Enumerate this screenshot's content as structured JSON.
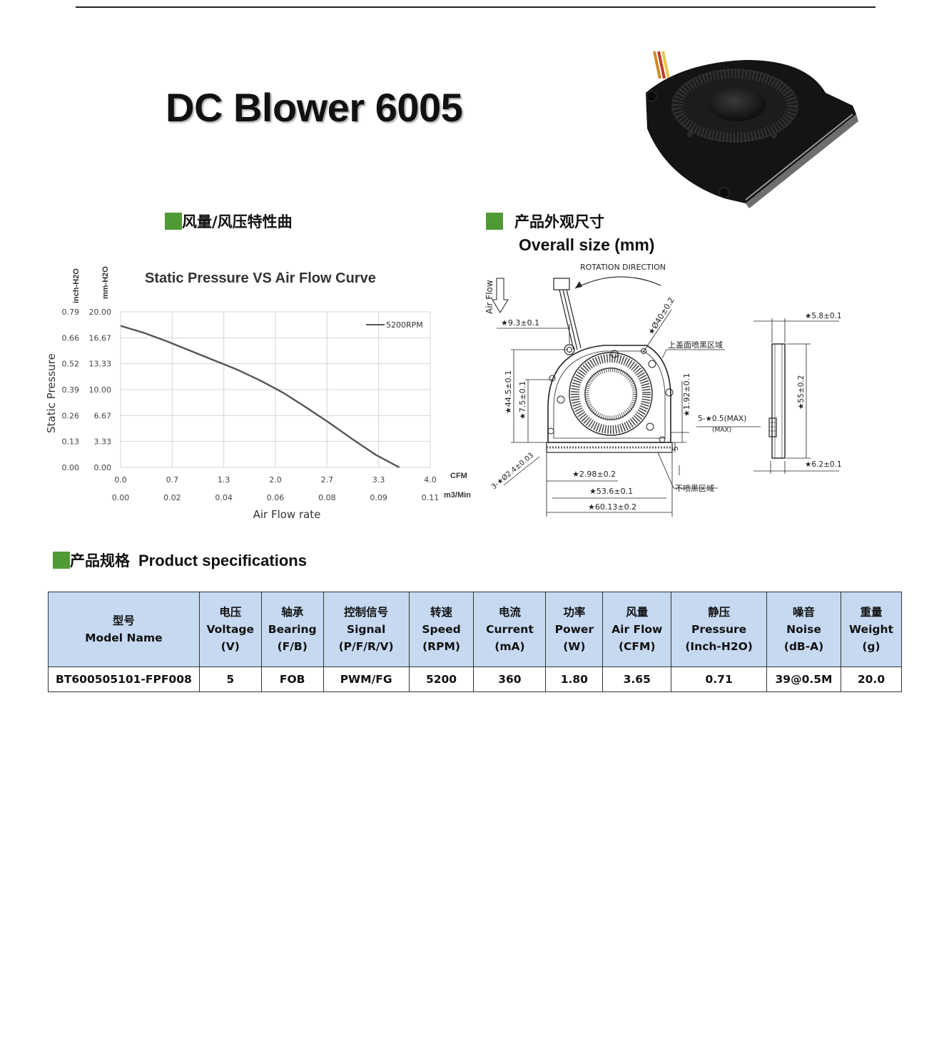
{
  "title": "DC Blower 6005",
  "sections": {
    "curve": "风量/风压特性曲",
    "size_cn": "产品外观尺寸",
    "size_en": "Overall size (mm)",
    "spec_cn": "产品规格",
    "spec_en": "Product specifications"
  },
  "colors": {
    "accent": "#4f9a35",
    "table_header": "#c6d9f1"
  },
  "chart_data": {
    "type": "line",
    "title": "Static Pressure VS Air Flow Curve",
    "xlabel": "Air Flow rate",
    "ylabel": "Static Pressure",
    "y_unit_left": "inch-H2O",
    "y_unit_right": "mm-H2O",
    "x_unit_top": "CFM",
    "x_unit_bottom": "m3/Min",
    "x_ticks_cfm": [
      "0.0",
      "0.7",
      "1.3",
      "2.0",
      "2.7",
      "3.3",
      "4.0"
    ],
    "x_ticks_m3": [
      "0.00",
      "0.02",
      "0.04",
      "0.06",
      "0.08",
      "0.09",
      "0.11"
    ],
    "y_ticks_inch": [
      "0.00",
      "0.13",
      "0.26",
      "0.39",
      "0.52",
      "0.66",
      "0.79"
    ],
    "y_ticks_mm": [
      "0.00",
      "3.33",
      "6.67",
      "10.00",
      "13.33",
      "16.67",
      "20.00"
    ],
    "xlim": [
      0,
      4.0
    ],
    "ylim": [
      0,
      20
    ],
    "grid": true,
    "legend_position": "top-right",
    "series": [
      {
        "name": "5200RPM",
        "x": [
          0.0,
          0.3,
          0.6,
          0.9,
          1.2,
          1.5,
          1.8,
          2.1,
          2.4,
          2.7,
          3.0,
          3.3,
          3.6
        ],
        "y": [
          18.2,
          17.3,
          16.2,
          15.0,
          13.8,
          12.6,
          11.2,
          9.6,
          7.7,
          5.7,
          3.6,
          1.6,
          0.0
        ]
      }
    ]
  },
  "drawing": {
    "rotation": "ROTATION DIRECTION",
    "airflow": "Air Flow",
    "d_9_3": "★9.3±0.1",
    "d_40": "★Ø40±0.2",
    "note_top": "上盖面喷黑区域",
    "d_44_5": "★44.5±0.1",
    "d_7_5": "★7.5±0.1",
    "d_1_92": "★1.92±0.1",
    "d_holes": "5-★0.5(MAX)",
    "d_holes_sub": "(MAX)",
    "d_5": "5",
    "d_2_98": "★2.98±0.2",
    "d_53_6": "★53.6±0.1",
    "d_60_13": "★60.13±0.2",
    "d_2_4": "3-★Ø2.4±0.03",
    "note_bottom": "不喷黑区域",
    "d_5_8": "★5.8±0.1",
    "d_55": "★55±0.2",
    "d_6_2": "★6.2±0.1"
  },
  "table": {
    "headers": [
      {
        "cn": "型号",
        "en": "Model Name",
        "unit": ""
      },
      {
        "cn": "电压",
        "en": "Voltage",
        "unit": "(V)"
      },
      {
        "cn": "轴承",
        "en": "Bearing",
        "unit": "(F/B)"
      },
      {
        "cn": "控制信号",
        "en": "Signal",
        "unit": "(P/F/R/V)"
      },
      {
        "cn": "转速",
        "en": "Speed",
        "unit": "(RPM)"
      },
      {
        "cn": "电流",
        "en": "Current",
        "unit": "(mA)"
      },
      {
        "cn": "功率",
        "en": "Power",
        "unit": "(W)"
      },
      {
        "cn": "风量",
        "en": "Air Flow",
        "unit": "(CFM)"
      },
      {
        "cn": "静压",
        "en": "Pressure",
        "unit": "(Inch-H2O)"
      },
      {
        "cn": "噪音",
        "en": "Noise",
        "unit": "(dB-A)"
      },
      {
        "cn": "重量",
        "en": "Weight",
        "unit": "(g)"
      }
    ],
    "rows": [
      [
        "BT600505101-FPF008",
        "5",
        "FOB",
        "PWM/FG",
        "5200",
        "360",
        "1.80",
        "3.65",
        "0.71",
        "39@0.5M",
        "20.0"
      ]
    ]
  }
}
